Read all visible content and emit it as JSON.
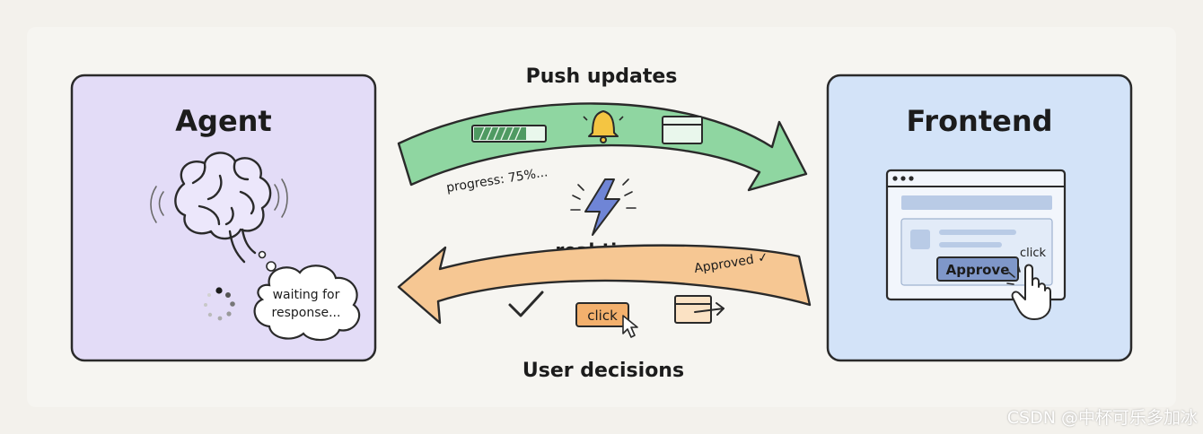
{
  "agent": {
    "title": "Agent",
    "thought": [
      "waiting for",
      "response..."
    ]
  },
  "frontend": {
    "title": "Frontend",
    "button": "Approve",
    "click": "click"
  },
  "push": {
    "title": "Push updates",
    "progress": "progress: 75%..."
  },
  "center": {
    "label": "real-time"
  },
  "decisions": {
    "title": "User decisions",
    "approved": "Approved ✓",
    "click_chip": "click"
  },
  "watermark": "CSDN @中杯可乐多加冰",
  "colors": {
    "agent_bg": "#e3dcf7",
    "frontend_bg": "#d3e3f8",
    "push_arrow": "#8fd6a1",
    "decision_arrow": "#f6c793",
    "bolt": "#6f85d6"
  }
}
